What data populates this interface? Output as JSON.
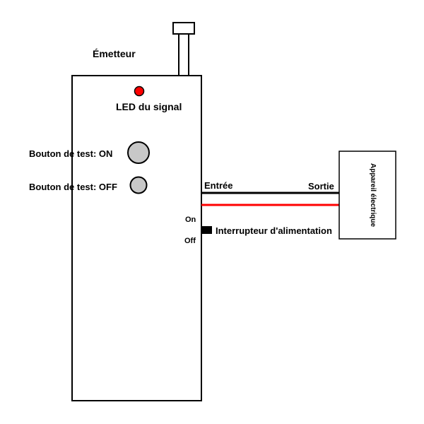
{
  "transmitter": {
    "title": "Émetteur",
    "led_label": "LED du signal",
    "led_color": "#ff0000",
    "button_on_label": "Bouton de test: ON",
    "button_off_label": "Bouton de test: OFF",
    "button_color": "#c8c8c8"
  },
  "wiring": {
    "input_label": "Entrée",
    "output_label": "Sortie",
    "black_wire_color": "#000000",
    "red_wire_color": "#ff0000"
  },
  "power_switch": {
    "on_label": "On",
    "off_label": "Off",
    "label": "Interrupteur d'alimentation"
  },
  "device": {
    "label": "Appareil électrique"
  }
}
